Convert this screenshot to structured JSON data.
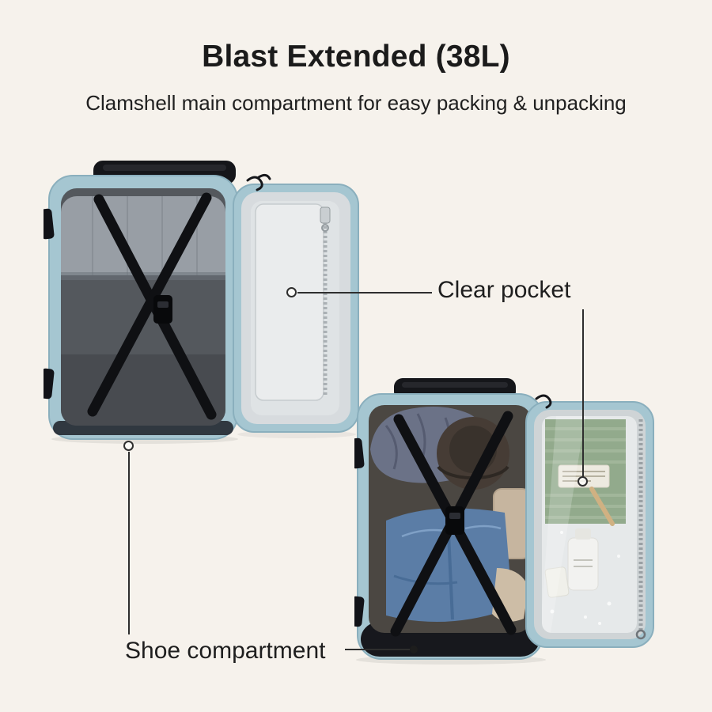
{
  "page": {
    "title": "Blast Extended (38L)",
    "subtitle": "Clamshell main compartment for easy packing & unpacking"
  },
  "annotations": {
    "clear_pocket": {
      "label": "Clear pocket"
    },
    "shoe_compartment": {
      "label": "Shoe compartment"
    }
  },
  "illustrations": {
    "empty_bag": "open-empty-clamshell-backpack-top-view",
    "packed_bag": "open-packed-clamshell-backpack-top-view"
  },
  "colors": {
    "background": "#f6f2ec",
    "heading_text": "#1b1b1b",
    "annotation_line": "#2e2e2e",
    "bag_shell_teal": "#a5c6d1",
    "strap_black": "#0f1013",
    "lid_lining_grey": "#d7dbde",
    "interior_dark_grey": "#53575c",
    "towel_green": "#7e9a77",
    "denim_blue": "#5b7da6"
  }
}
